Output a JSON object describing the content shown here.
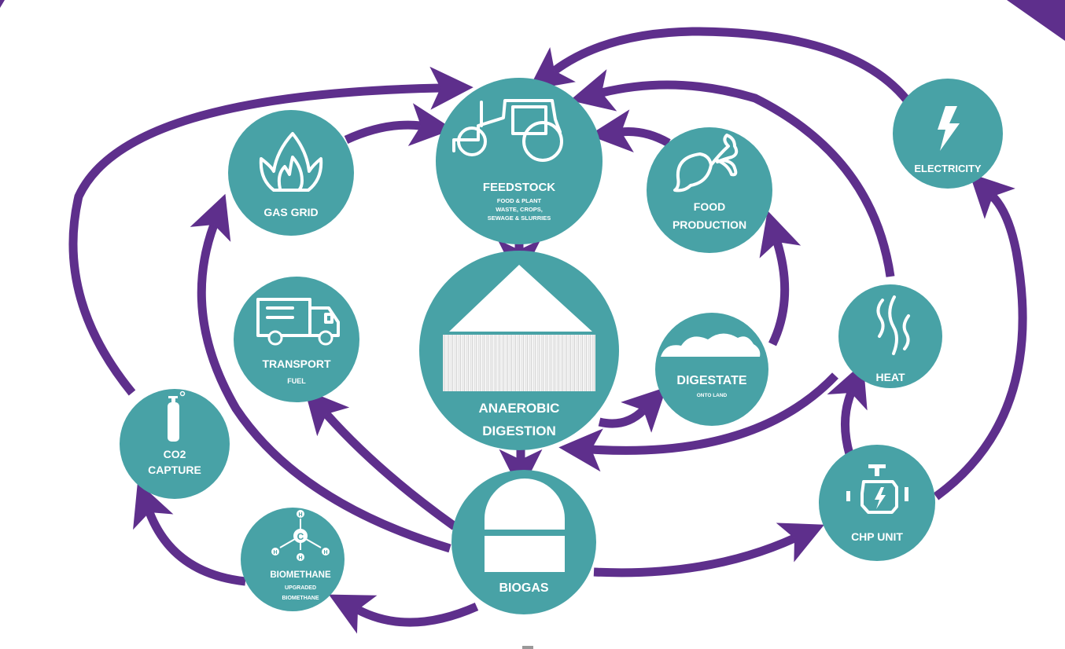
{
  "colors": {
    "node": "#48a2a6",
    "arrow": "#5e2f8c",
    "text": "#ffffff",
    "background": "#ffffff"
  },
  "nodes": {
    "feedstock": {
      "title": "FEEDSTOCK",
      "sub": [
        "FOOD & PLANT",
        "WASTE, CROPS,",
        "SEWAGE & SLURRIES"
      ],
      "icon": "tractor-icon"
    },
    "gas_grid": {
      "title": "GAS GRID",
      "icon": "flame-icon"
    },
    "food_production": {
      "title": [
        "FOOD",
        "PRODUCTION"
      ],
      "icon": "beetroot-icon"
    },
    "electricity": {
      "title": "ELECTRICITY",
      "icon": "lightning-icon"
    },
    "transport": {
      "title": "TRANSPORT",
      "sub": "FUEL",
      "icon": "truck-icon"
    },
    "anaerobic_digestion": {
      "title": [
        "ANAEROBIC",
        "DIGESTION"
      ],
      "icon": "digester-icon"
    },
    "digestate": {
      "title": "DIGESTATE",
      "sub": "ONTO LAND",
      "icon": "soil-mound-icon"
    },
    "heat": {
      "title": "HEAT",
      "icon": "heat-waves-icon"
    },
    "co2_capture": {
      "title": [
        "CO2",
        "CAPTURE"
      ],
      "icon": "gas-cylinder-icon"
    },
    "biomethane": {
      "title": "BIOMETHANE",
      "sub": [
        "UPGRADED",
        "BIOMETHANE"
      ],
      "icon": "methane-molecule-icon",
      "atoms": [
        "H",
        "C",
        "H",
        "H",
        "H"
      ]
    },
    "biogas": {
      "title": "BIOGAS",
      "icon": "gas-holder-icon"
    },
    "chp_unit": {
      "title": "CHP UNIT",
      "icon": "engine-icon"
    }
  },
  "flows": [
    {
      "from": "FEEDSTOCK",
      "to": "ANAEROBIC DIGESTION"
    },
    {
      "from": "ANAEROBIC DIGESTION",
      "to": "BIOGAS"
    },
    {
      "from": "ANAEROBIC DIGESTION",
      "to": "DIGESTATE"
    },
    {
      "from": "DIGESTATE",
      "to": "FOOD PRODUCTION"
    },
    {
      "from": "FOOD PRODUCTION",
      "to": "FEEDSTOCK"
    },
    {
      "from": "GAS GRID",
      "to": "FEEDSTOCK"
    },
    {
      "from": "BIOGAS",
      "to": "GAS GRID"
    },
    {
      "from": "BIOGAS",
      "to": "TRANSPORT"
    },
    {
      "from": "BIOGAS",
      "to": "BIOMETHANE"
    },
    {
      "from": "BIOGAS",
      "to": "CHP UNIT"
    },
    {
      "from": "BIOMETHANE",
      "to": "CO2 CAPTURE"
    },
    {
      "from": "CO2 CAPTURE",
      "to": "FEEDSTOCK"
    },
    {
      "from": "CHP UNIT",
      "to": "HEAT"
    },
    {
      "from": "CHP UNIT",
      "to": "ELECTRICITY"
    },
    {
      "from": "HEAT",
      "to": "ANAEROBIC DIGESTION"
    },
    {
      "from": "HEAT",
      "to": "FEEDSTOCK"
    },
    {
      "from": "ELECTRICITY",
      "to": "FEEDSTOCK"
    }
  ]
}
